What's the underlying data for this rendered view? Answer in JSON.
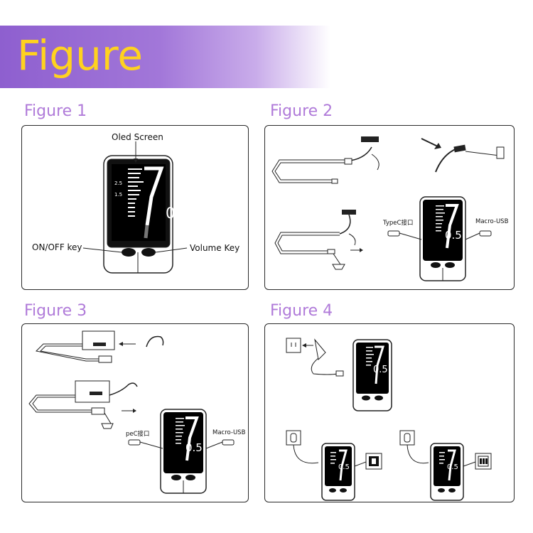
{
  "header": {
    "title": "Figure"
  },
  "figures": [
    {
      "label": "Figure 1",
      "annotations": {
        "screen": "Oled Screen",
        "onoff": "ON/OFF key",
        "volume": "Volume Key"
      }
    },
    {
      "label": "Figure 2",
      "annotations": {
        "typec": "TypeC接口",
        "macro": "Macro-USB"
      }
    },
    {
      "label": "Figure 3",
      "annotations": {
        "typec": "peC接口",
        "macro": "Macro-USB"
      }
    },
    {
      "label": "Figure 4"
    }
  ],
  "device": {
    "reading": "0.5",
    "scale_top": "2.5",
    "scale_mid": "1.5"
  },
  "colors": {
    "banner": "#8e5fcf",
    "title": "#ffd21f",
    "figure_label": "#b07bd9",
    "screen": "#000000",
    "bars": "#ffffff"
  }
}
